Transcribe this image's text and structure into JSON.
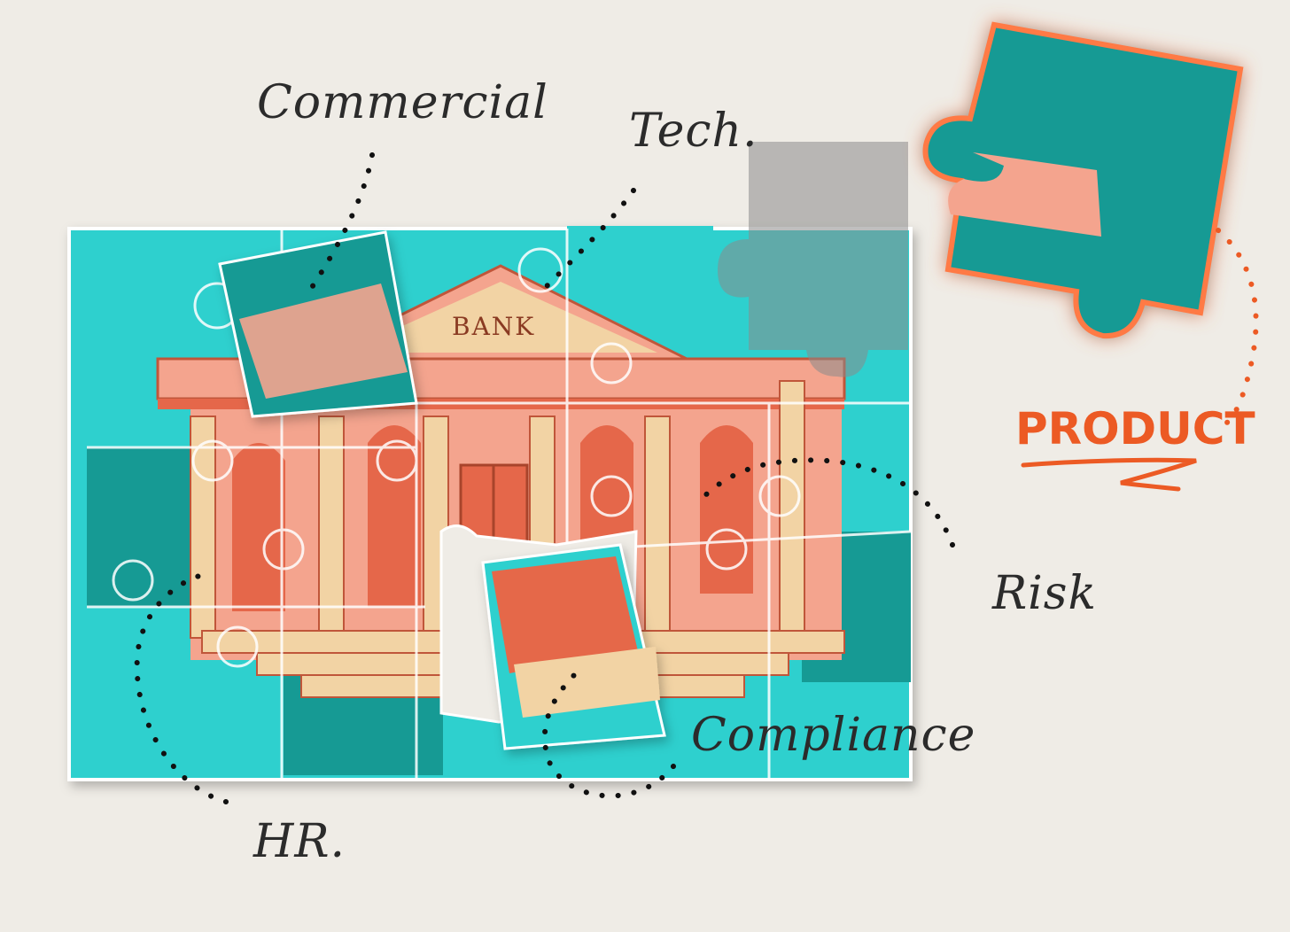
{
  "labels": {
    "commercial": "Commercial",
    "tech": "Tech.",
    "risk": "Risk",
    "compliance": "Compliance",
    "hr": "HR.",
    "product": "PRODUCT"
  },
  "building": {
    "sign": "BANK"
  },
  "colors": {
    "paper": "#efece6",
    "teal_light": "#2ed0ce",
    "teal_dark": "#169a94",
    "building_pink": "#f4a48e",
    "building_red": "#e5674a",
    "column_cream": "#f2d3a4",
    "accent_orange": "#ec5a24",
    "ink": "#2b2b2b"
  }
}
